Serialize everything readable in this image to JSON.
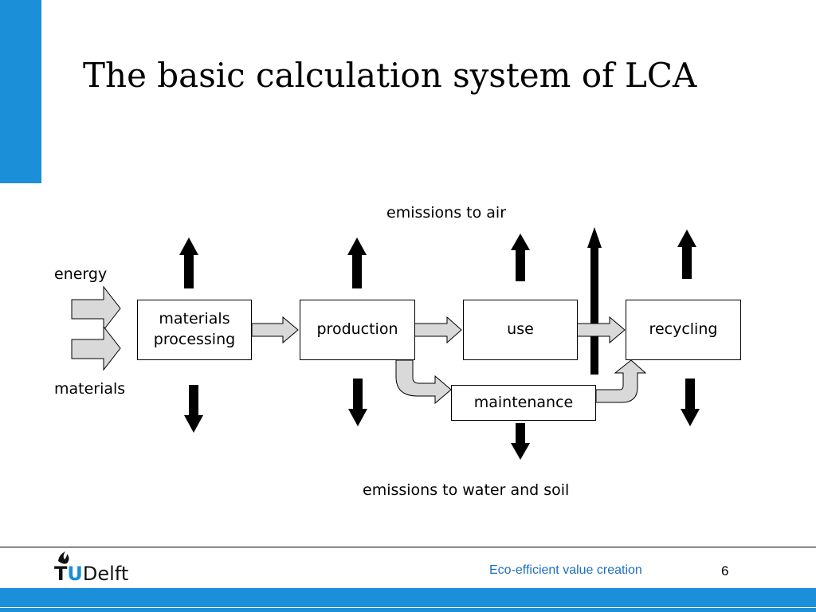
{
  "title": "The basic calculation system of LCA",
  "diagram": {
    "emissions_air_label": "emissions to air",
    "emissions_water_label": "emissions to water and soil",
    "energy_label": "energy",
    "materials_label": "materials",
    "boxes": {
      "materials_processing": "materials processing",
      "production": "production",
      "use": "use",
      "recycling": "recycling",
      "maintenance": "maintenance"
    }
  },
  "footer": {
    "logo_text_t": "T",
    "logo_text_u": "U",
    "logo_text_delft": "Delft",
    "tagline": "Eco-efficient value creation",
    "page_number": "6"
  },
  "colors": {
    "accent": "#1b8fd8",
    "arrow_fill": "#d9d9d9",
    "footer_text": "#1b6fc0"
  }
}
